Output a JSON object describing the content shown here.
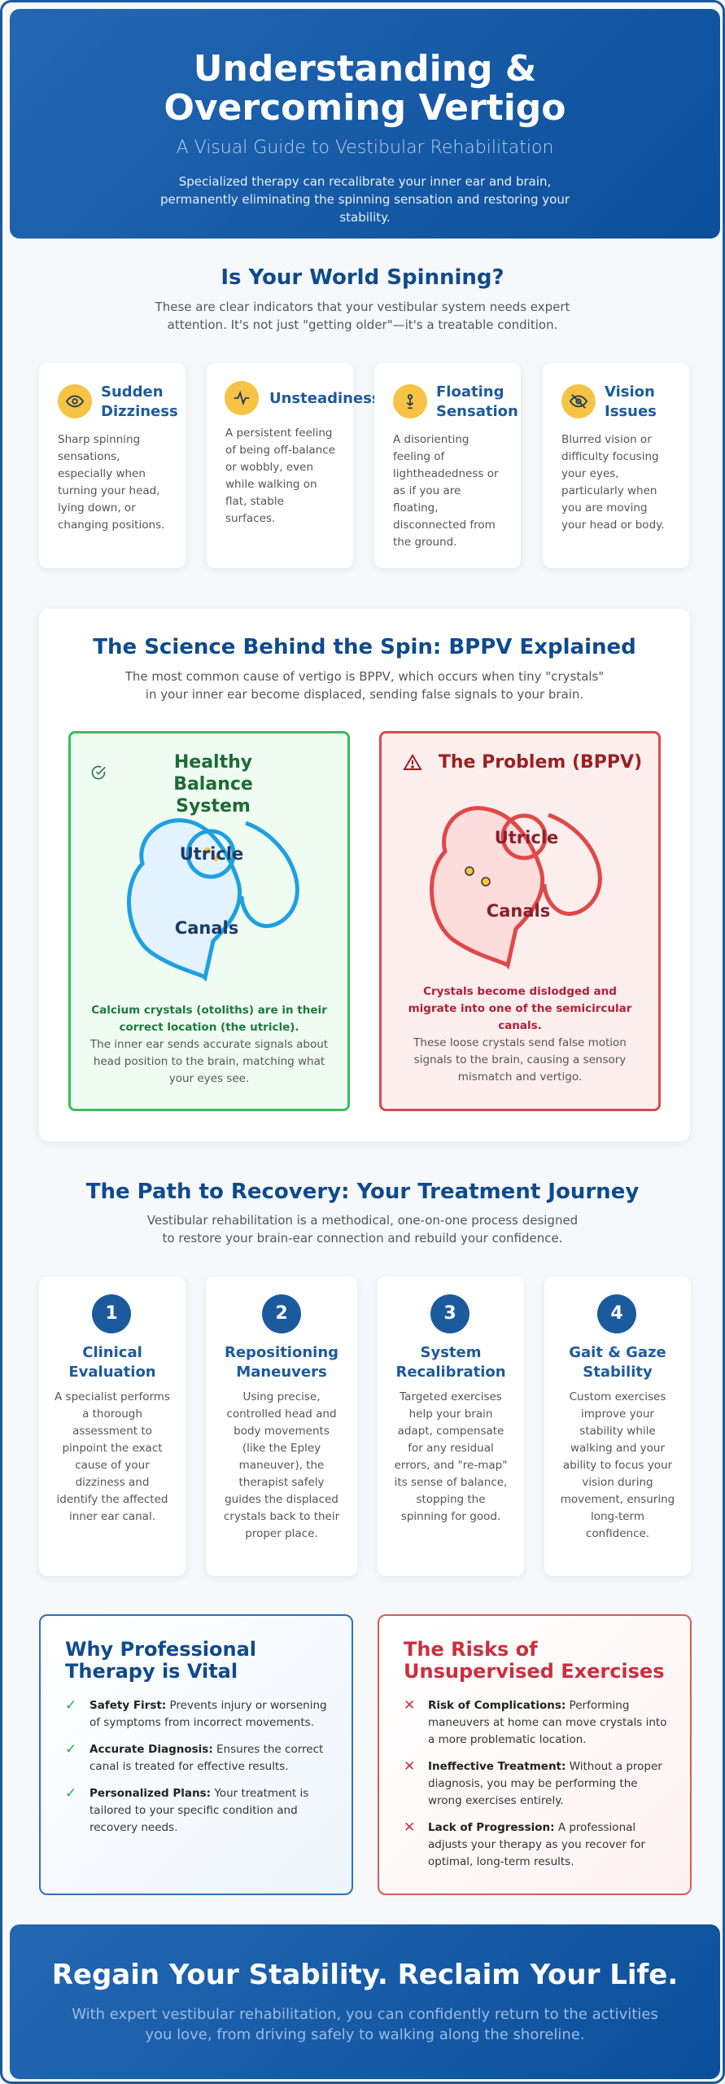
{
  "header": {
    "title": "Understanding & Overcoming Vertigo",
    "subtitle": "A Visual Guide to Vestibular Rehabilitation",
    "description": "Specialized therapy can recalibrate your inner ear and brain, permanently eliminating the spinning sensation and restoring your stability."
  },
  "symptoms": {
    "title": "Is Your World Spinning?",
    "description": "These are clear indicators that your vestibular system needs expert attention. It's not just \"getting older\"—it's a treatable condition.",
    "accent_color": "#f6c344",
    "items": [
      {
        "icon": "eye-icon",
        "title": "Sudden Dizziness",
        "text": "Sharp spinning sensations, especially when turning your head, lying down, or changing positions."
      },
      {
        "icon": "pulse-icon",
        "title": "Unsteadiness",
        "text": "A persistent feeling of being off-balance or wobbly, even while walking on flat, stable surfaces."
      },
      {
        "icon": "floating-icon",
        "title": "Floating Sensation",
        "text": "A disorienting feeling of lightheadedness or as if you are floating, disconnected from the ground."
      },
      {
        "icon": "eye-off-icon",
        "title": "Vision Issues",
        "text": "Blurred vision or difficulty focusing your eyes, particularly when you are moving your head or body."
      }
    ]
  },
  "science": {
    "title": "The Science Behind the Spin: BPPV Explained",
    "description": "The most common cause of vertigo is BPPV, which occurs when tiny \"crystals\" in your inner ear become displaced, sending false signals to your brain.",
    "healthy": {
      "title": "Healthy Balance System",
      "icon": "check-circle-icon",
      "utricle_label": "Utricle",
      "canals_label": "Canals",
      "bold_caption": "Calcium crystals (otoliths) are in their correct location (the utricle).",
      "caption": "The inner ear sends accurate signals about head position to the brain, matching what your eyes see.",
      "color": "#1ea0e0"
    },
    "problem": {
      "title": "The Problem (BPPV)",
      "icon": "warning-triangle-icon",
      "utricle_label": "Utricle",
      "canals_label": "Canals",
      "bold_caption": "Crystals become dislodged and migrate into one of the semicircular canals.",
      "caption": "These loose crystals send false motion signals to the brain, causing a sensory mismatch and vertigo.",
      "color": "#e04848"
    }
  },
  "recovery": {
    "title": "The Path to Recovery: Your Treatment Journey",
    "description": "Vestibular rehabilitation is a methodical, one-on-one process designed to restore your brain-ear connection and rebuild your confidence.",
    "steps": [
      {
        "number": "1",
        "title": "Clinical Evaluation",
        "text": "A specialist performs a thorough assessment to pinpoint the exact cause of your dizziness and identify the affected inner ear canal."
      },
      {
        "number": "2",
        "title": "Repositioning Maneuvers",
        "text": "Using precise, controlled head and body movements (like the Epley maneuver), the therapist safely guides the displaced crystals back to their proper place."
      },
      {
        "number": "3",
        "title": "System Recalibration",
        "text": "Targeted exercises help your brain adapt, compensate for any residual errors, and \"re-map\" its sense of balance, stopping the spinning for good."
      },
      {
        "number": "4",
        "title": "Gait & Gaze Stability",
        "text": "Custom exercises improve your stability while walking and your ability to focus your vision during movement, ensuring long-term confidence."
      }
    ]
  },
  "why": {
    "title": "Why Professional Therapy is Vital",
    "items": [
      {
        "lead": "Safety First:",
        "text": " Prevents injury or worsening of symptoms from incorrect movements."
      },
      {
        "lead": "Accurate Diagnosis:",
        "text": " Ensures the correct canal is treated for effective results."
      },
      {
        "lead": "Personalized Plans:",
        "text": " Your treatment is tailored to your specific condition and recovery needs."
      }
    ]
  },
  "risks": {
    "title": "The Risks of Unsupervised Exercises",
    "items": [
      {
        "lead": "Risk of Complications:",
        "text": " Performing maneuvers at home can move crystals into a more problematic location."
      },
      {
        "lead": "Ineffective Treatment:",
        "text": " Without a proper diagnosis, you may be performing the wrong exercises entirely."
      },
      {
        "lead": "Lack of Progression:",
        "text": " A professional adjusts your therapy as you recover for optimal, long-term results."
      }
    ]
  },
  "footer": {
    "title": "Regain Your Stability. Reclaim Your Life.",
    "text": "With expert vestibular rehabilitation, you can confidently return to the activities you love, from driving safely to walking along the shoreline."
  }
}
